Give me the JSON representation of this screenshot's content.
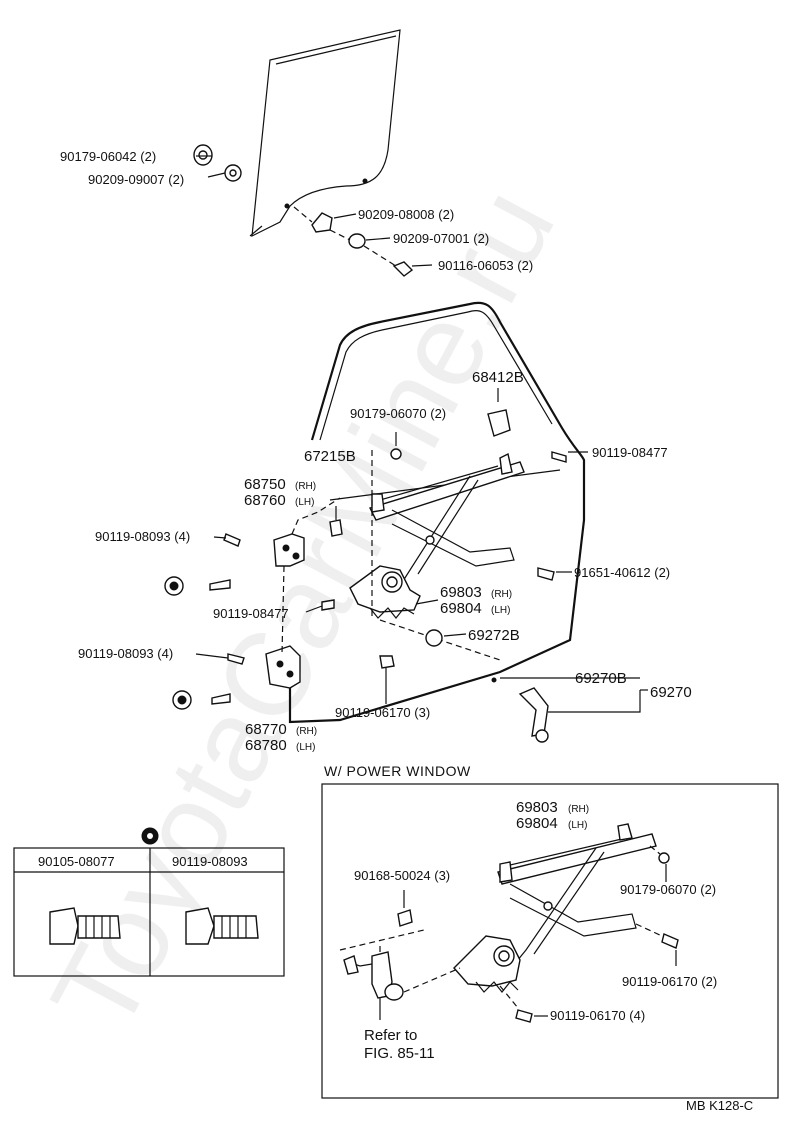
{
  "watermark": "ToyotaCarMine.ru",
  "door_glass": {
    "labels": [
      {
        "part": "90179-06042",
        "qty": "(2)"
      },
      {
        "part": "90209-09007",
        "qty": "(2)"
      },
      {
        "part": "90209-08008",
        "qty": "(2)"
      },
      {
        "part": "90209-07001",
        "qty": "(2)"
      },
      {
        "part": "90116-06053",
        "qty": "(2)"
      }
    ]
  },
  "regulator": {
    "labels": {
      "channel": "68412B",
      "nut_top": "90179-06070 (2)",
      "bolt_right": "90119-08477",
      "bracket": "67215B",
      "hinge_upper_rh": "68750",
      "hinge_upper_lh": "68760",
      "rh": "(RH)",
      "lh": "(LH)",
      "bolt_upper": "90119-08093 (4)",
      "bolt_mid": "90119-08477",
      "bolt_lower": "90119-08093 (4)",
      "hinge_lower_rh": "68770",
      "hinge_lower_lh": "68780",
      "screw": "91651-40612 (2)",
      "reg_rh": "69803",
      "reg_lh": "69804",
      "knob": "69272B",
      "handle_sub": "69270B",
      "handle": "69270",
      "bolt_bottom": "90119-06170 (3)"
    }
  },
  "fastener_table": {
    "headers": [
      "90105-08077",
      "90119-08093"
    ]
  },
  "power_window": {
    "title": "W/ POWER  WINDOW",
    "labels": {
      "reg_rh": "69803",
      "reg_lh": "69804",
      "rh": "(RH)",
      "lh": "(LH)",
      "screw": "90168-50024 (3)",
      "nut": "90179-06070 (2)",
      "bolt_right": "90119-06170 (2)",
      "bolt_bottom": "90119-06170 (4)",
      "refer_line1": "Refer to",
      "refer_line2": "FIG. 85-11"
    }
  },
  "figure_code": "MB K128-C"
}
